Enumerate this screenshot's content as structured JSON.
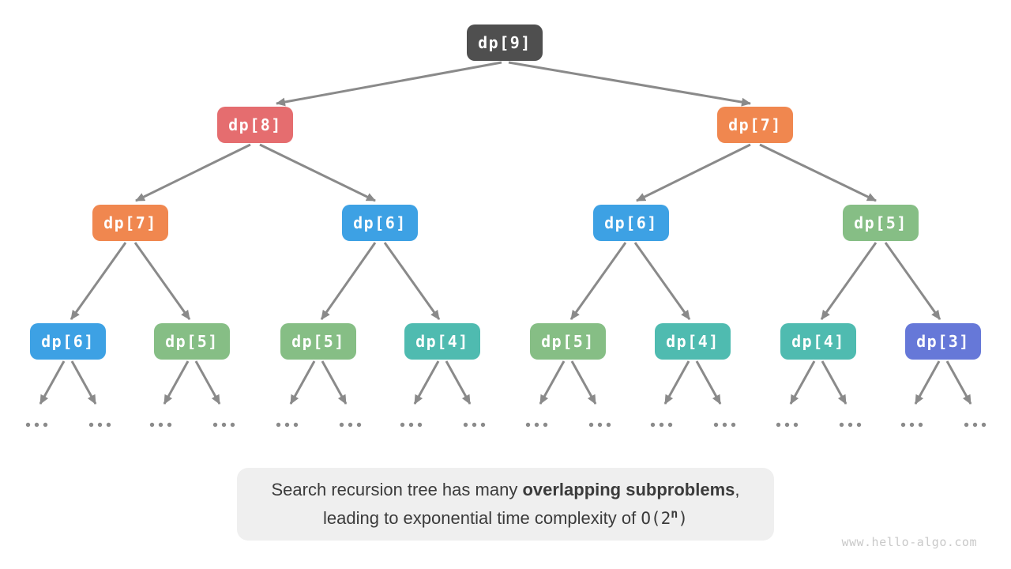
{
  "tree": {
    "levels": [
      {
        "nodes": [
          {
            "label": "dp[9]",
            "color": "#4f4f4f"
          }
        ]
      },
      {
        "nodes": [
          {
            "label": "dp[8]",
            "color": "#e56d6f"
          },
          {
            "label": "dp[7]",
            "color": "#f0874f"
          }
        ]
      },
      {
        "nodes": [
          {
            "label": "dp[7]",
            "color": "#f0874f"
          },
          {
            "label": "dp[6]",
            "color": "#3da1e4"
          },
          {
            "label": "dp[6]",
            "color": "#3da1e4"
          },
          {
            "label": "dp[5]",
            "color": "#86be85"
          }
        ]
      },
      {
        "nodes": [
          {
            "label": "dp[6]",
            "color": "#3da1e4"
          },
          {
            "label": "dp[5]",
            "color": "#86be85"
          },
          {
            "label": "dp[5]",
            "color": "#86be85"
          },
          {
            "label": "dp[4]",
            "color": "#4fbbb0"
          },
          {
            "label": "dp[5]",
            "color": "#86be85"
          },
          {
            "label": "dp[4]",
            "color": "#4fbbb0"
          },
          {
            "label": "dp[4]",
            "color": "#4fbbb0"
          },
          {
            "label": "dp[3]",
            "color": "#6678d8"
          }
        ]
      }
    ],
    "leaf_ellipsis": "...",
    "edge_color": "#8a8a8a"
  },
  "caption": {
    "line1_prefix": "Search recursion tree has many ",
    "line1_bold": "overlapping subproblems",
    "line1_suffix": ",",
    "line2_prefix": "leading to exponential time complexity of ",
    "line2_code_open": "O(2",
    "line2_exponent": "n",
    "line2_code_close": ")"
  },
  "watermark": "www.hello-algo.com"
}
